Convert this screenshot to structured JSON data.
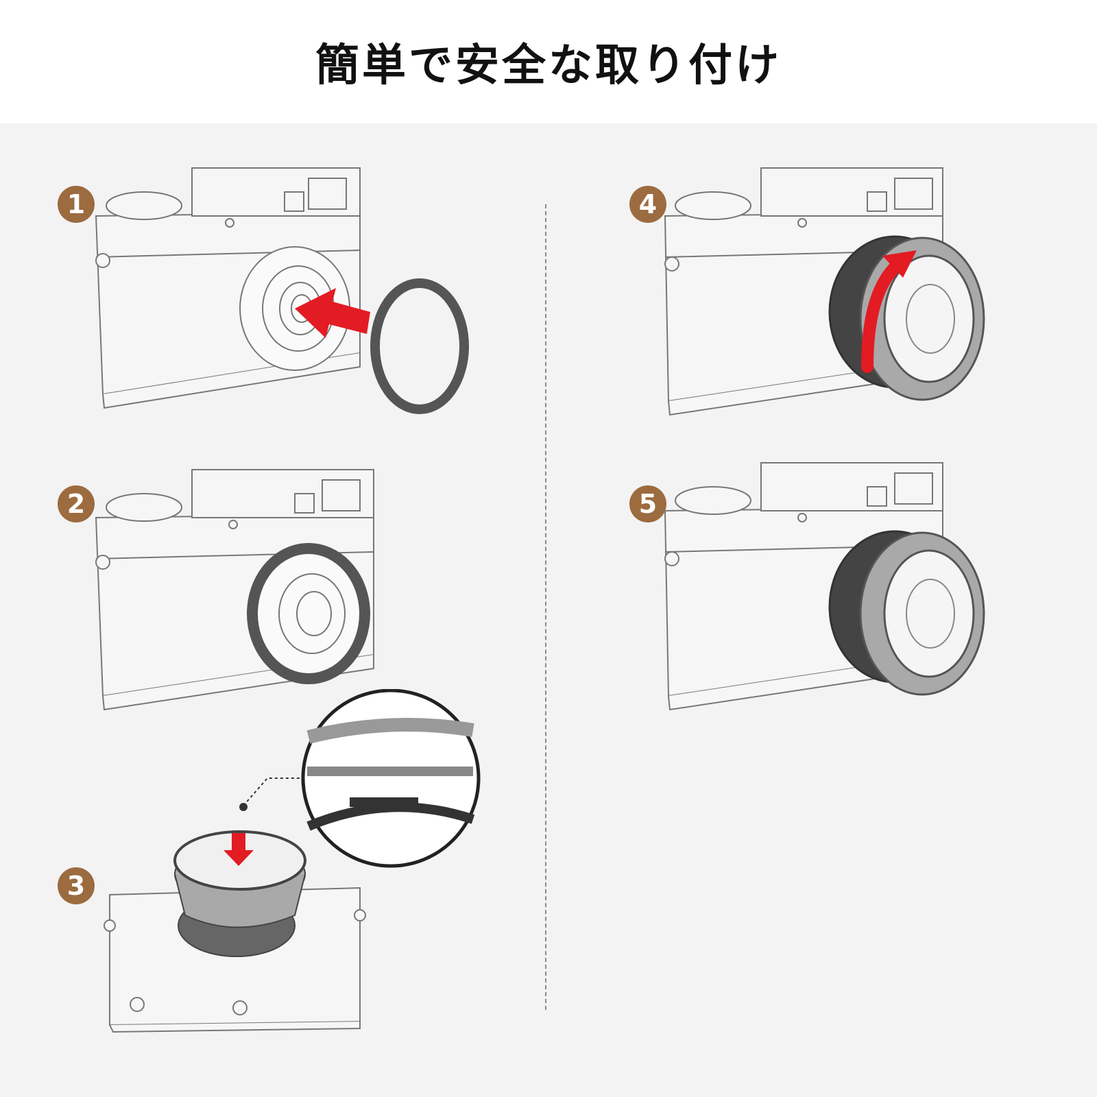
{
  "header": {
    "title": "簡単で安全な取り付け"
  },
  "colors": {
    "badge": "#9c6b3f",
    "arrow": "#e31b23",
    "line": "#666666",
    "ring": "#555555",
    "hood": "#a9a9a9"
  },
  "steps": [
    {
      "number": "1",
      "icon": "camera-with-adapter-ring-insert"
    },
    {
      "number": "2",
      "icon": "camera-with-adapter-ring-mounted"
    },
    {
      "number": "3",
      "icon": "camera-top-hood-alignment"
    },
    {
      "number": "4",
      "icon": "camera-with-hood-rotate"
    },
    {
      "number": "5",
      "icon": "camera-with-hood-mounted"
    }
  ]
}
